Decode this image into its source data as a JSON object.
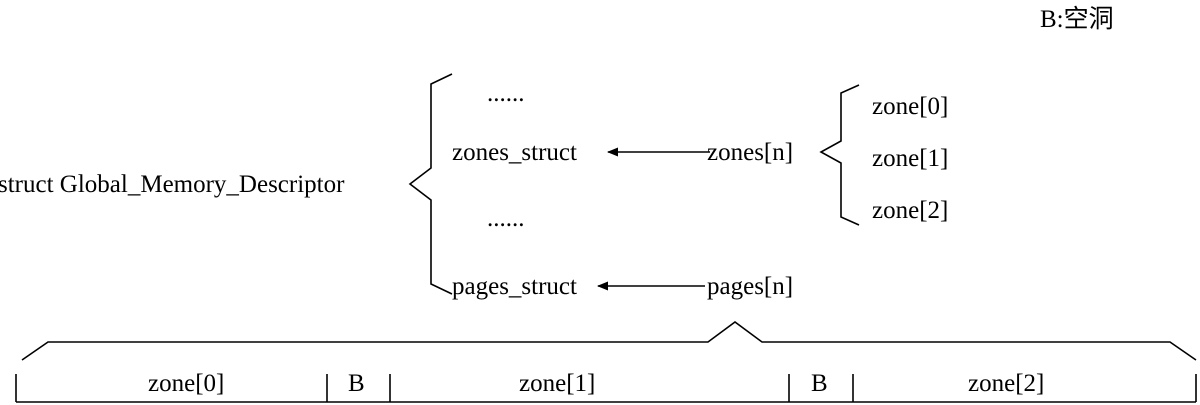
{
  "legend": "B:空洞",
  "descriptor": {
    "name": "struct Global_Memory_Descriptor",
    "fields": {
      "ellipsis_top": "......",
      "zones_struct": "zones_struct",
      "ellipsis_mid": "......",
      "pages_struct": "pages_struct"
    }
  },
  "arrays": {
    "zones": "zones[n]",
    "pages": "pages[n]"
  },
  "zone_list": [
    "zone[0]",
    "zone[1]",
    "zone[2]"
  ],
  "memory_layout": {
    "segments": [
      "zone[0]",
      "B",
      "zone[1]",
      "B",
      "zone[2]"
    ]
  }
}
